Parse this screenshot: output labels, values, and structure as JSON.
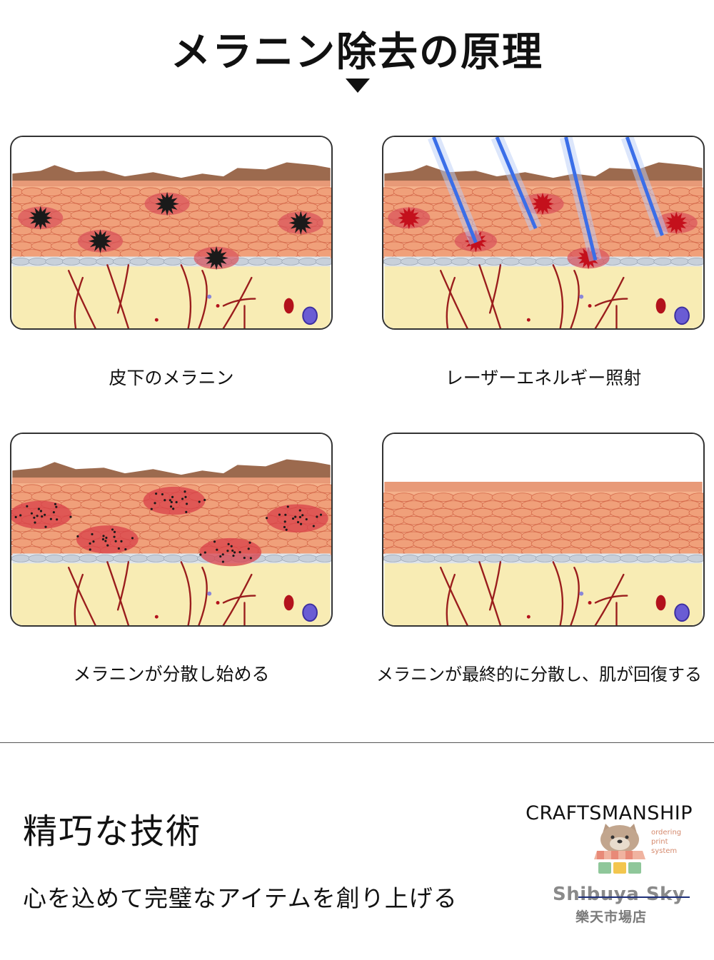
{
  "header": {
    "title": "メラニン除去の原理"
  },
  "panels": [
    {
      "caption": "皮下のメラニン",
      "stage": "melanin"
    },
    {
      "caption": "レーザーエネルギー照射",
      "stage": "laser"
    },
    {
      "caption": "メラニンが分散し始める",
      "stage": "dispersing"
    },
    {
      "caption": "メラニンが最終的に分散し、肌が回復する",
      "stage": "recovered"
    }
  ],
  "footer": {
    "title": "精巧な技術",
    "subtitle": "心を込めて完璧なアイテムを創り上げる",
    "craft_label": "CRAFTSMANSHIP",
    "logo": {
      "tag_lines": [
        "ordering",
        "print",
        "system"
      ],
      "name": "Shibuya Sky",
      "sub": "樂天市場店"
    }
  },
  "colors": {
    "skin_cell": "#f0a07a",
    "skin_cell_outline": "#d4684a",
    "epidermis_top": "#9c6a4e",
    "dermis": "#f8ecb4",
    "vessel": "#9a1d1d",
    "melanin_black": "#1a1a1a",
    "melanin_red": "#c4101c",
    "laser_blue": "#3a6ee8"
  }
}
